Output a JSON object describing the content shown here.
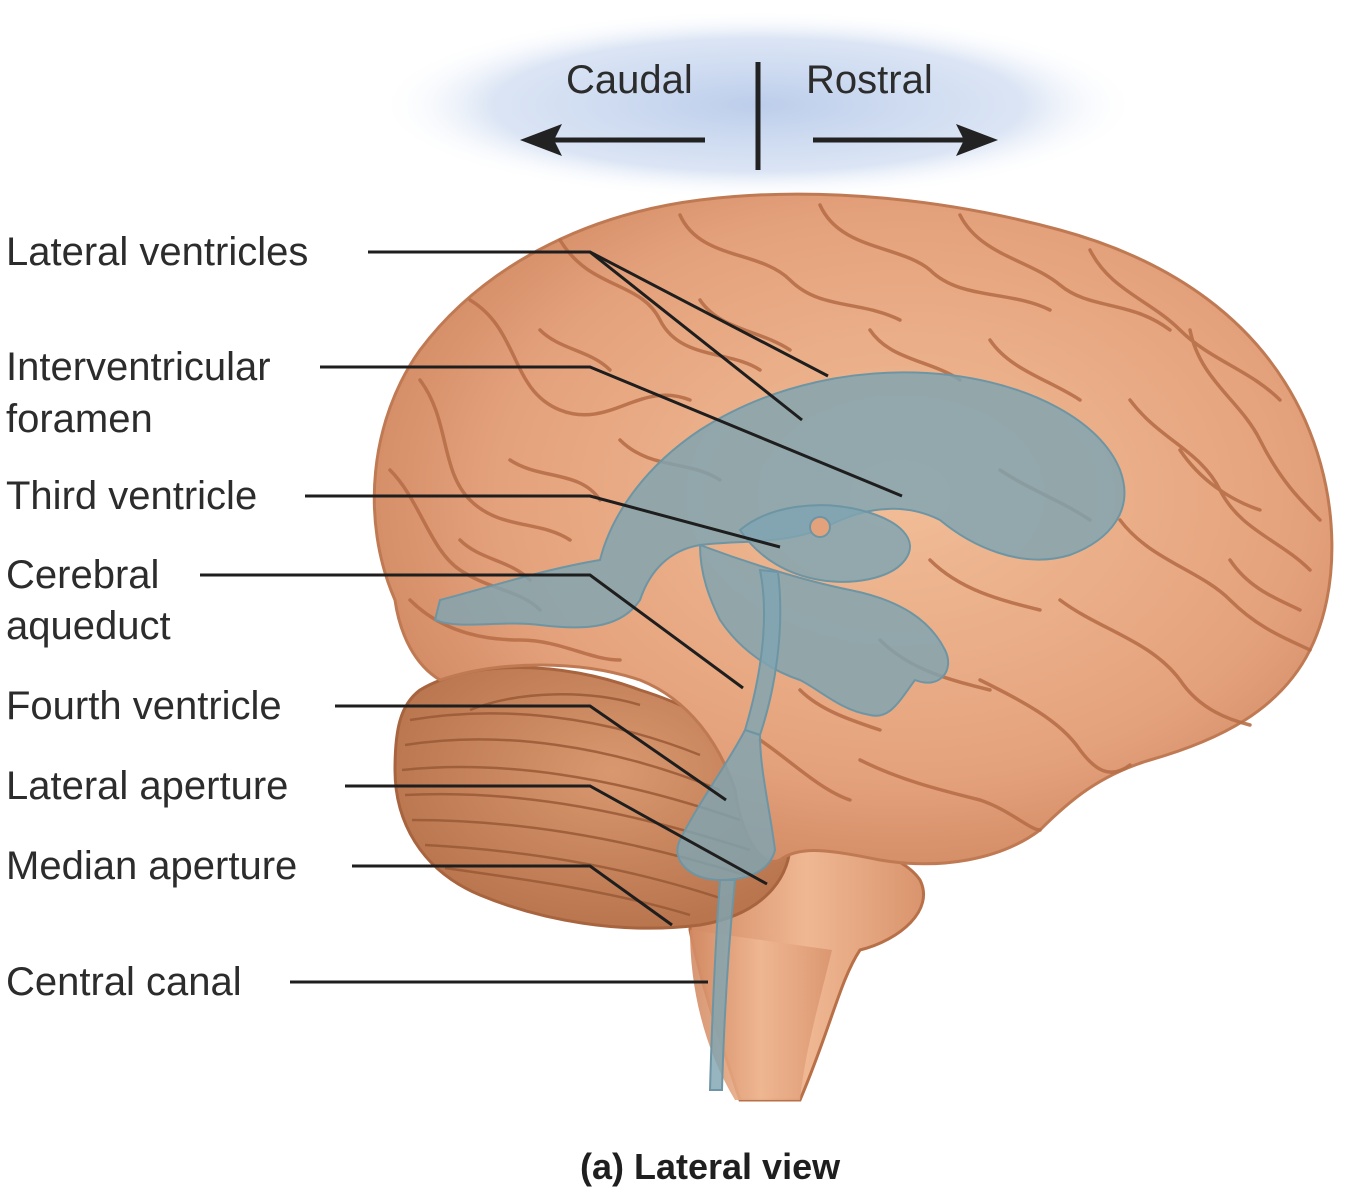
{
  "orientation": {
    "caudal": "Caudal",
    "rostral": "Rostral"
  },
  "labels": {
    "lateral_ventricles": "Lateral ventricles",
    "interventricular_line1": "Interventricular",
    "interventricular_line2": "foramen",
    "third_ventricle": "Third ventricle",
    "cerebral_aqueduct_line1": "Cerebral",
    "cerebral_aqueduct_line2": "aqueduct",
    "fourth_ventricle": "Fourth ventricle",
    "lateral_aperture": "Lateral aperture",
    "median_aperture": "Median aperture",
    "central_canal": "Central canal"
  },
  "caption": "(a) Lateral view",
  "colors": {
    "brain": "#e4a27c",
    "brain_shadow": "#c87d57",
    "gyri_lines": "#b66c47",
    "ventricles": "#7fa5b2",
    "cerebellum": "#c8875f",
    "orientation_glow": "#c8d6ef",
    "leader_lines": "#1e1e1e"
  }
}
